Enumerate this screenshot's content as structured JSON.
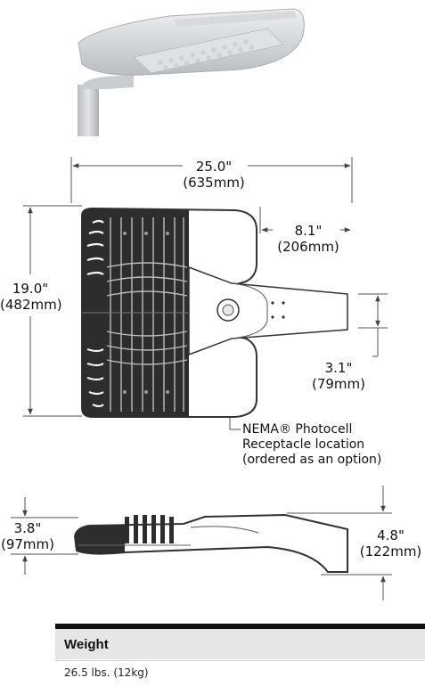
{
  "top_view": {
    "width_in": "25.0\"",
    "width_mm": "(635mm)",
    "height_in": "19.0\"",
    "height_mm": "(482mm)",
    "arm_in": "8.1\"",
    "arm_mm": "(206mm)",
    "arm_w_in": "3.1\"",
    "arm_w_mm": "(79mm)"
  },
  "nema_note": {
    "line1": "NEMA® Photocell",
    "line2": "Receptacle location",
    "line3": "(ordered as an option)"
  },
  "side_view": {
    "left_in": "3.8\"",
    "left_mm": "(97mm)",
    "right_in": "4.8\"",
    "right_mm": "(122mm)"
  },
  "spec_table": {
    "header": "Weight",
    "value": "26.5 lbs. (12kg)"
  }
}
